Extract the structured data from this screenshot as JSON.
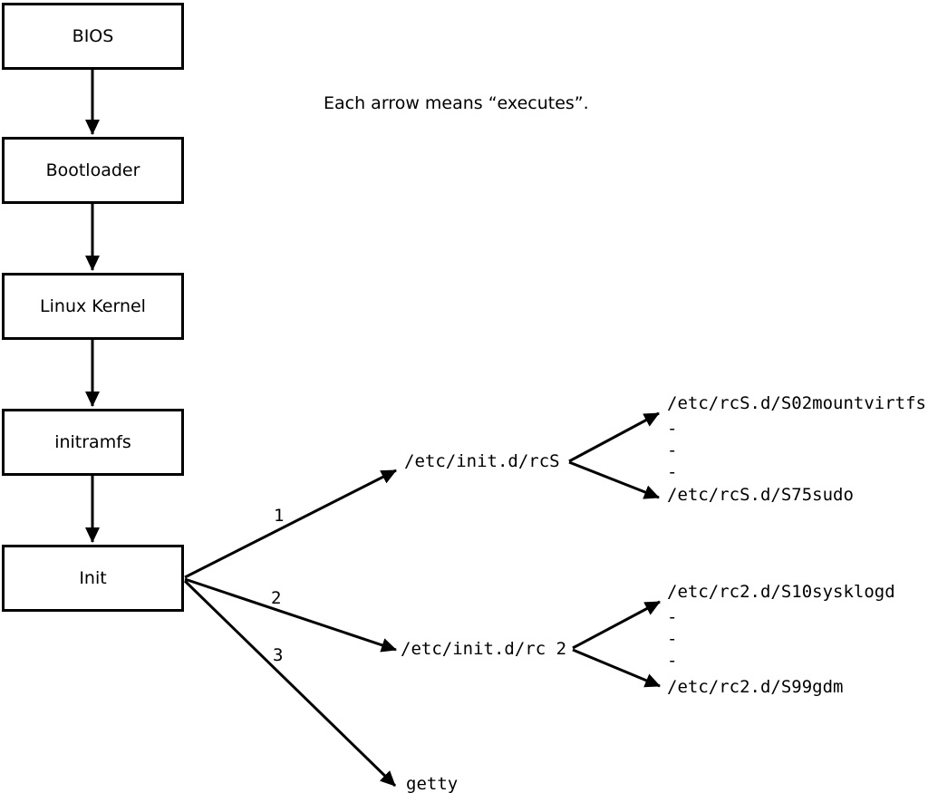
{
  "note": "Each arrow means “executes”.",
  "chain": [
    {
      "label": "BIOS"
    },
    {
      "label": "Bootloader"
    },
    {
      "label": "Linux Kernel"
    },
    {
      "label": "initramfs"
    },
    {
      "label": "Init"
    }
  ],
  "branches": [
    {
      "num": "1",
      "target": "/etc/init.d/rcS"
    },
    {
      "num": "2",
      "target": "/etc/init.d/rc 2"
    },
    {
      "num": "3",
      "target": "getty"
    }
  ],
  "fork1": {
    "first": "/etc/rcS.d/S02mountvirtfs",
    "dash1": "-",
    "dash2": "-",
    "dash3": "-",
    "last": "/etc/rcS.d/S75sudo"
  },
  "fork2": {
    "first": "/etc/rc2.d/S10sysklogd",
    "dash1": "-",
    "dash2": "-",
    "dash3": "-",
    "last": "/etc/rc2.d/S99gdm"
  },
  "colors": {
    "ink": "#000000",
    "background": "#ffffff"
  }
}
